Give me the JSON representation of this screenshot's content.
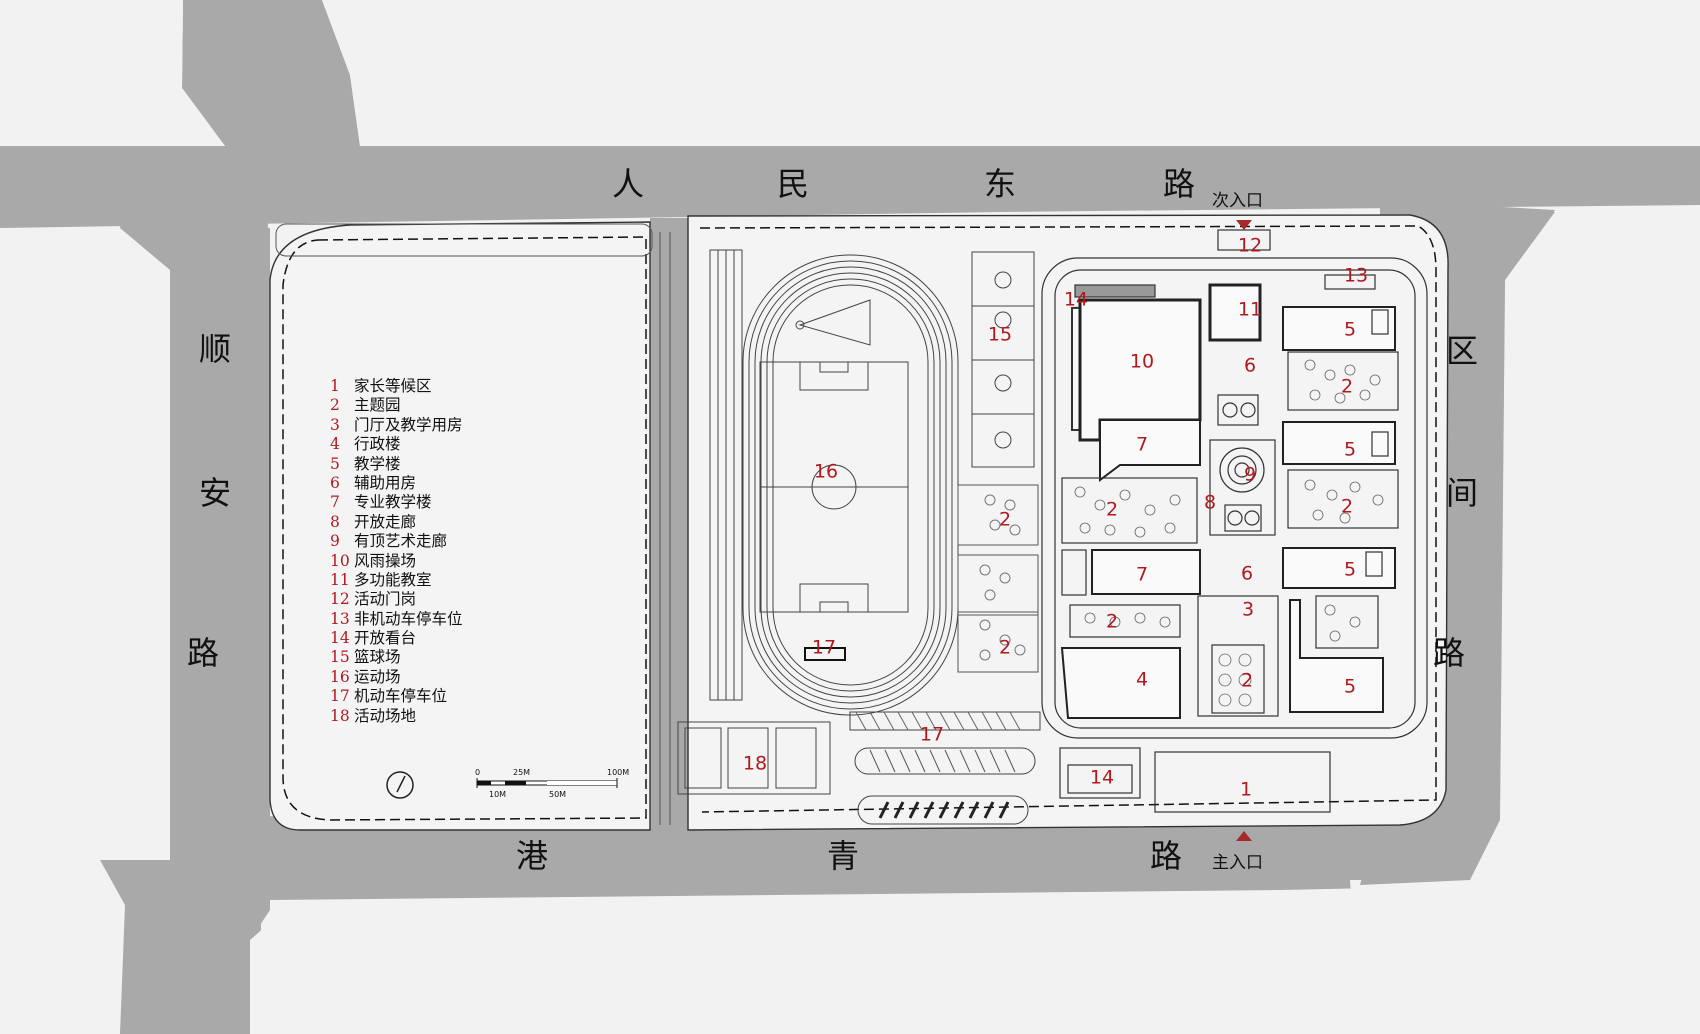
{
  "roads": {
    "north": [
      "人",
      "民",
      "东",
      "路"
    ],
    "west": [
      "顺",
      "安",
      "路"
    ],
    "east": [
      "区",
      "间",
      "路"
    ],
    "south": [
      "港",
      "青",
      "路"
    ]
  },
  "entrances": {
    "secondary": "次入口",
    "main": "主入口"
  },
  "legend": [
    {
      "num": "1",
      "label": "家长等候区"
    },
    {
      "num": "2",
      "label": "主题园"
    },
    {
      "num": "3",
      "label": "门厅及教学用房"
    },
    {
      "num": "4",
      "label": "行政楼"
    },
    {
      "num": "5",
      "label": "教学楼"
    },
    {
      "num": "6",
      "label": "辅助用房"
    },
    {
      "num": "7",
      "label": "专业教学楼"
    },
    {
      "num": "8",
      "label": "开放走廊"
    },
    {
      "num": "9",
      "label": "有顶艺术走廊"
    },
    {
      "num": "10",
      "label": "风雨操场"
    },
    {
      "num": "11",
      "label": "多功能教室"
    },
    {
      "num": "12",
      "label": "活动门岗"
    },
    {
      "num": "13",
      "label": "非机动车停车位"
    },
    {
      "num": "14",
      "label": "开放看台"
    },
    {
      "num": "15",
      "label": "篮球场"
    },
    {
      "num": "16",
      "label": "运动场"
    },
    {
      "num": "17",
      "label": "机动车停车位"
    },
    {
      "num": "18",
      "label": "活动场地"
    }
  ],
  "scale_bar": {
    "top_ticks": [
      "0",
      "25M",
      "100M"
    ],
    "bottom_ticks": [
      "10M",
      "50M"
    ]
  },
  "site_labels": [
    "12",
    "13",
    "14",
    "11",
    "10",
    "6",
    "5",
    "2",
    "15",
    "16",
    "7",
    "9",
    "5",
    "2",
    "8",
    "2",
    "2",
    "7",
    "6",
    "5",
    "3",
    "2",
    "17",
    "2",
    "4",
    "2",
    "5",
    "17",
    "18",
    "14",
    "1"
  ],
  "colors": {
    "road": "#a9a9a9",
    "background": "#f2f2f2",
    "label_red": "#b0191e",
    "line": "#333333",
    "entrance_marker": "#a52a2a"
  }
}
